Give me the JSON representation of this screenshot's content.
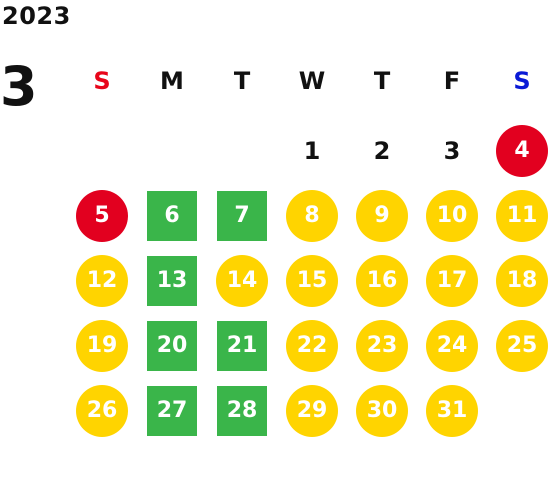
{
  "calendar": {
    "year": "2023",
    "month": "3",
    "weekdays": [
      {
        "label": "S",
        "color": "#e8051a"
      },
      {
        "label": "M",
        "color": "#111111"
      },
      {
        "label": "T",
        "color": "#111111"
      },
      {
        "label": "W",
        "color": "#111111"
      },
      {
        "label": "T",
        "color": "#111111"
      },
      {
        "label": "F",
        "color": "#111111"
      },
      {
        "label": "S",
        "color": "#0a1ad6"
      }
    ],
    "colors": {
      "holiday": "#e2001f",
      "open": "#ffd400",
      "closed": "#3ab54a"
    },
    "days": [
      {
        "label": "1",
        "status": "plain"
      },
      {
        "label": "2",
        "status": "plain"
      },
      {
        "label": "3",
        "status": "plain"
      },
      {
        "label": "4",
        "status": "holiday"
      },
      {
        "label": "5",
        "status": "holiday"
      },
      {
        "label": "6",
        "status": "closed"
      },
      {
        "label": "7",
        "status": "closed"
      },
      {
        "label": "8",
        "status": "open"
      },
      {
        "label": "9",
        "status": "open"
      },
      {
        "label": "10",
        "status": "open"
      },
      {
        "label": "11",
        "status": "open"
      },
      {
        "label": "12",
        "status": "open"
      },
      {
        "label": "13",
        "status": "closed"
      },
      {
        "label": "14",
        "status": "open"
      },
      {
        "label": "15",
        "status": "open"
      },
      {
        "label": "16",
        "status": "open"
      },
      {
        "label": "17",
        "status": "open"
      },
      {
        "label": "18",
        "status": "open"
      },
      {
        "label": "19",
        "status": "open"
      },
      {
        "label": "20",
        "status": "closed"
      },
      {
        "label": "21",
        "status": "closed"
      },
      {
        "label": "22",
        "status": "open"
      },
      {
        "label": "23",
        "status": "open"
      },
      {
        "label": "24",
        "status": "open"
      },
      {
        "label": "25",
        "status": "open"
      },
      {
        "label": "26",
        "status": "open"
      },
      {
        "label": "27",
        "status": "closed"
      },
      {
        "label": "28",
        "status": "closed"
      },
      {
        "label": "29",
        "status": "open"
      },
      {
        "label": "30",
        "status": "open"
      },
      {
        "label": "31",
        "status": "open"
      }
    ]
  }
}
